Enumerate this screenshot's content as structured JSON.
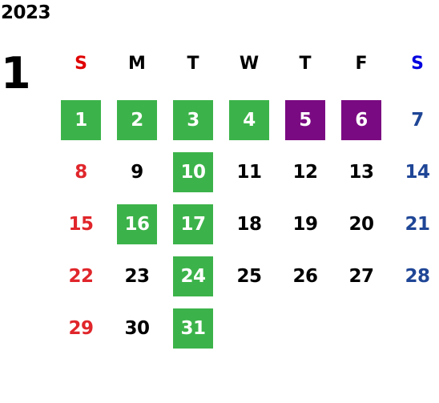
{
  "calendar": {
    "year": "2023",
    "month": "1",
    "weekdays": [
      {
        "label": "S",
        "color": "#e00000"
      },
      {
        "label": "M",
        "color": "#000000"
      },
      {
        "label": "T",
        "color": "#000000"
      },
      {
        "label": "W",
        "color": "#000000"
      },
      {
        "label": "T",
        "color": "#000000"
      },
      {
        "label": "F",
        "color": "#000000"
      },
      {
        "label": "S",
        "color": "#0000e0"
      }
    ],
    "colors": {
      "sunday": "#e0262b",
      "saturday": "#1f4696",
      "weekday": "#000000",
      "highlight_green": "#3cb34a",
      "highlight_purple": "#7a0a82",
      "highlight_text": "#ffffff"
    },
    "weeks": [
      [
        {
          "day": "1",
          "highlight": "green"
        },
        {
          "day": "2",
          "highlight": "green"
        },
        {
          "day": "3",
          "highlight": "green"
        },
        {
          "day": "4",
          "highlight": "green"
        },
        {
          "day": "5",
          "highlight": "purple"
        },
        {
          "day": "6",
          "highlight": "purple"
        },
        {
          "day": "7",
          "highlight": ""
        }
      ],
      [
        {
          "day": "8",
          "highlight": ""
        },
        {
          "day": "9",
          "highlight": ""
        },
        {
          "day": "10",
          "highlight": "green"
        },
        {
          "day": "11",
          "highlight": ""
        },
        {
          "day": "12",
          "highlight": ""
        },
        {
          "day": "13",
          "highlight": ""
        },
        {
          "day": "14",
          "highlight": ""
        }
      ],
      [
        {
          "day": "15",
          "highlight": ""
        },
        {
          "day": "16",
          "highlight": "green"
        },
        {
          "day": "17",
          "highlight": "green"
        },
        {
          "day": "18",
          "highlight": ""
        },
        {
          "day": "19",
          "highlight": ""
        },
        {
          "day": "20",
          "highlight": ""
        },
        {
          "day": "21",
          "highlight": ""
        }
      ],
      [
        {
          "day": "22",
          "highlight": ""
        },
        {
          "day": "23",
          "highlight": ""
        },
        {
          "day": "24",
          "highlight": "green"
        },
        {
          "day": "25",
          "highlight": ""
        },
        {
          "day": "26",
          "highlight": ""
        },
        {
          "day": "27",
          "highlight": ""
        },
        {
          "day": "28",
          "highlight": ""
        }
      ],
      [
        {
          "day": "29",
          "highlight": ""
        },
        {
          "day": "30",
          "highlight": ""
        },
        {
          "day": "31",
          "highlight": "green"
        }
      ]
    ]
  }
}
